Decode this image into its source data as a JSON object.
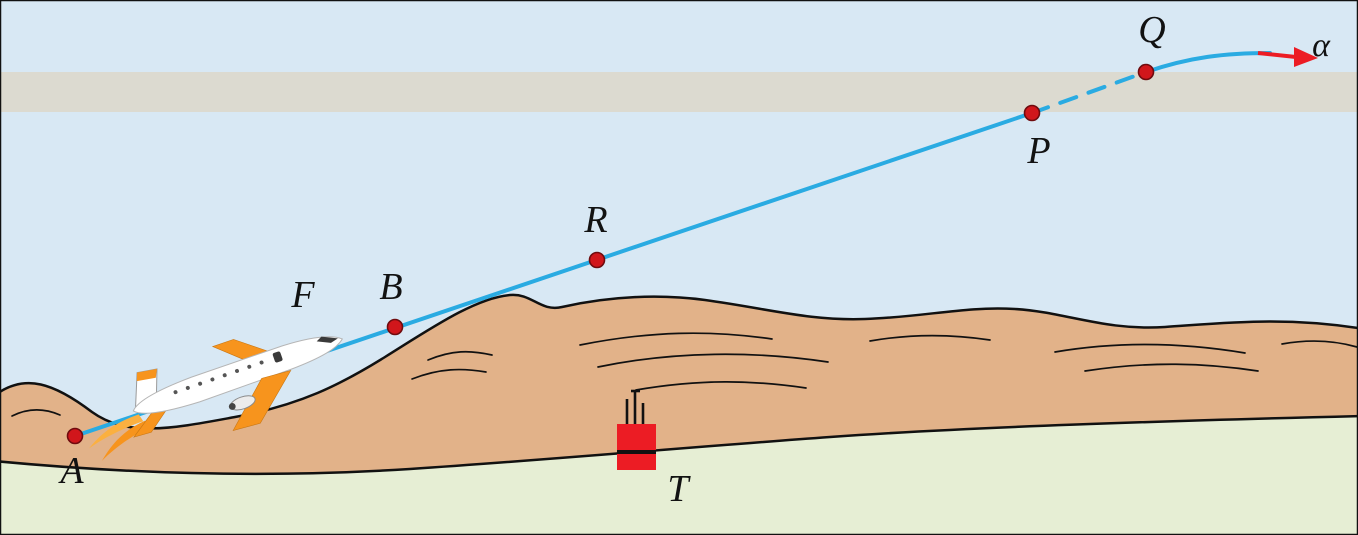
{
  "figure": {
    "labels": {
      "A": "A",
      "F": "F",
      "B": "B",
      "R": "R",
      "P": "P",
      "Q": "Q",
      "T": "T",
      "alpha": "α"
    },
    "colors": {
      "sky": "#d8e8f4",
      "cloud_band": "#dcdad0",
      "mountain": "#e2b289",
      "field": "#e6eed4",
      "trajectory": "#2aabe2",
      "marker": "#d1161b",
      "tower": "#ec1c24",
      "arrow": "#ec1c24",
      "plane_accent": "#f7941d"
    }
  }
}
